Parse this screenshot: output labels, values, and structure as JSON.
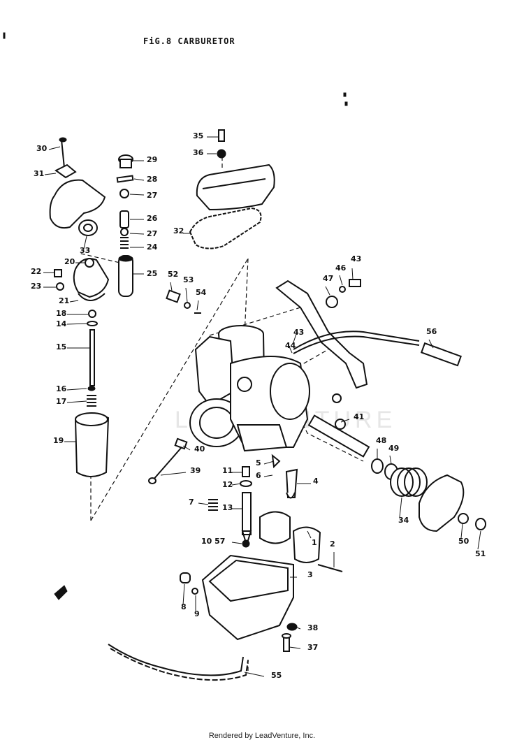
{
  "figure": {
    "title": "FiG.8  CARBURETOR",
    "footer": "Rendered by LeadVenture, Inc.",
    "watermark": "LEADVENTURE"
  },
  "callouts": [
    "1",
    "2",
    "3",
    "4",
    "5",
    "6",
    "7",
    "8",
    "9",
    "10 57",
    "11",
    "12",
    "13",
    "14",
    "15",
    "16",
    "17",
    "18",
    "19",
    "20",
    "21",
    "22",
    "23",
    "24",
    "25",
    "26",
    "27",
    "27",
    "28",
    "29",
    "30",
    "31",
    "32",
    "33",
    "34",
    "35",
    "36",
    "37",
    "38",
    "39",
    "40",
    "41",
    "43",
    "43",
    "44",
    "46",
    "47",
    "48",
    "49",
    "50",
    "51",
    "52",
    "53",
    "54",
    "55",
    "56"
  ]
}
